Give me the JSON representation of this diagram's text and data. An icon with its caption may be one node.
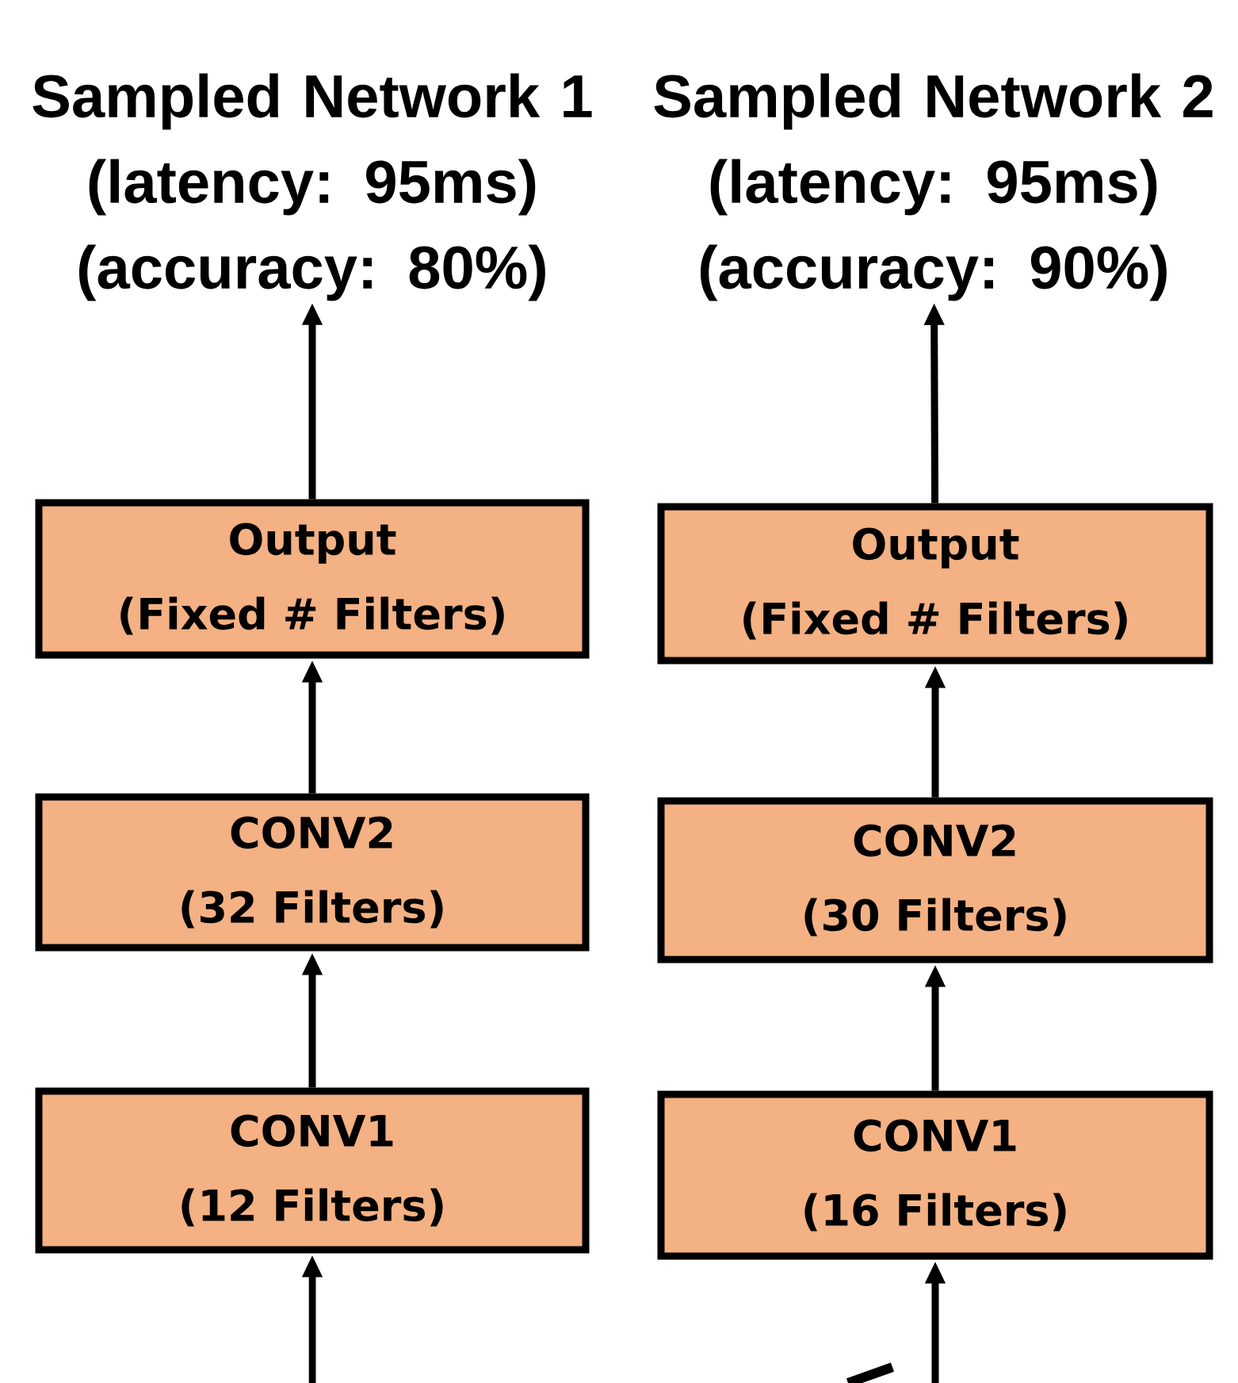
{
  "diagram": {
    "nodes": [
      {
        "text": [
          "Sampled Network 1",
          "(latency: 95ms)",
          "(accuracy: 80%)"
        ]
      },
      {
        "text": [
          "Output",
          "(Fixed # Filters)"
        ]
      },
      {
        "text": [
          "CONV2",
          "(32 Filters)"
        ]
      },
      {
        "text": [
          "CONV1",
          "(12 Filters)"
        ]
      },
      {
        "text": [
          "Sampled Network 2",
          "(latency: 95ms)",
          "(accuracy: 90%)"
        ]
      },
      {
        "text": [
          "Output",
          "(Fixed # Filters)"
        ]
      },
      {
        "text": [
          "CONV2",
          "(30 Filters)"
        ]
      },
      {
        "text": [
          "CONV1",
          "(16 Filters)"
        ]
      }
    ],
    "edges": [
      {
        "from": null,
        "to": 3,
        "arrow": "to"
      },
      {
        "from": 3,
        "to": 2,
        "arrow": "to"
      },
      {
        "from": 2,
        "to": 1,
        "arrow": "to"
      },
      {
        "from": 1,
        "to": 0,
        "arrow": "to"
      },
      {
        "from": null,
        "to": 7,
        "arrow": "to"
      },
      {
        "from": 7,
        "to": 6,
        "arrow": "to"
      },
      {
        "from": 6,
        "to": 5,
        "arrow": "to"
      },
      {
        "from": 5,
        "to": 4,
        "arrow": "to"
      }
    ]
  }
}
